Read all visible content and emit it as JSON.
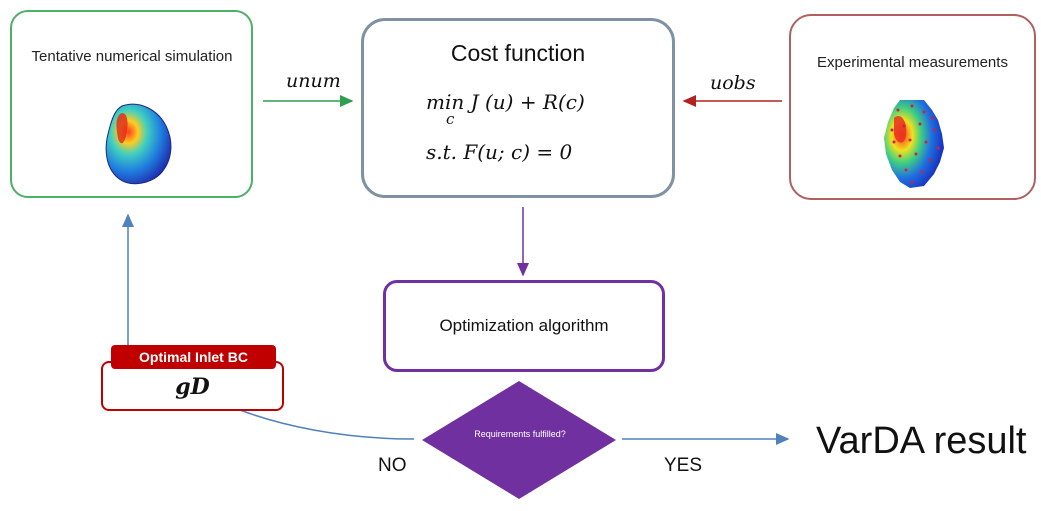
{
  "nodes": {
    "simulation": {
      "label": "Tentative numerical simulation",
      "border_color": "#4caf6a"
    },
    "cost_function": {
      "title": "Cost function",
      "equation_line1": "min J (u) + R(c)",
      "equation_line1_subscript": "c",
      "equation_line2": "s.t. F(u; c) = 0",
      "border_color": "#7f92a3"
    },
    "experimental": {
      "label": "Experimental measurements",
      "border_color": "#b06060"
    },
    "optimization": {
      "label": "Optimization algorithm",
      "border_color": "#7030a0"
    },
    "decision": {
      "label": "Requirements fulfilled?",
      "fill_color": "#7030a0"
    },
    "inlet_bc": {
      "badge": "Optimal Inlet BC",
      "symbol": "gD",
      "color": "#c00000"
    },
    "result": {
      "label": "VarDA result"
    }
  },
  "edges": {
    "u_num": "unum",
    "u_obs": "uobs",
    "no": "NO",
    "yes": "YES"
  },
  "colors": {
    "green_arrow": "#2e9e4f",
    "red_arrow": "#b22222",
    "purple_arrow": "#7030a0",
    "blue_arrow": "#4f81bd"
  }
}
